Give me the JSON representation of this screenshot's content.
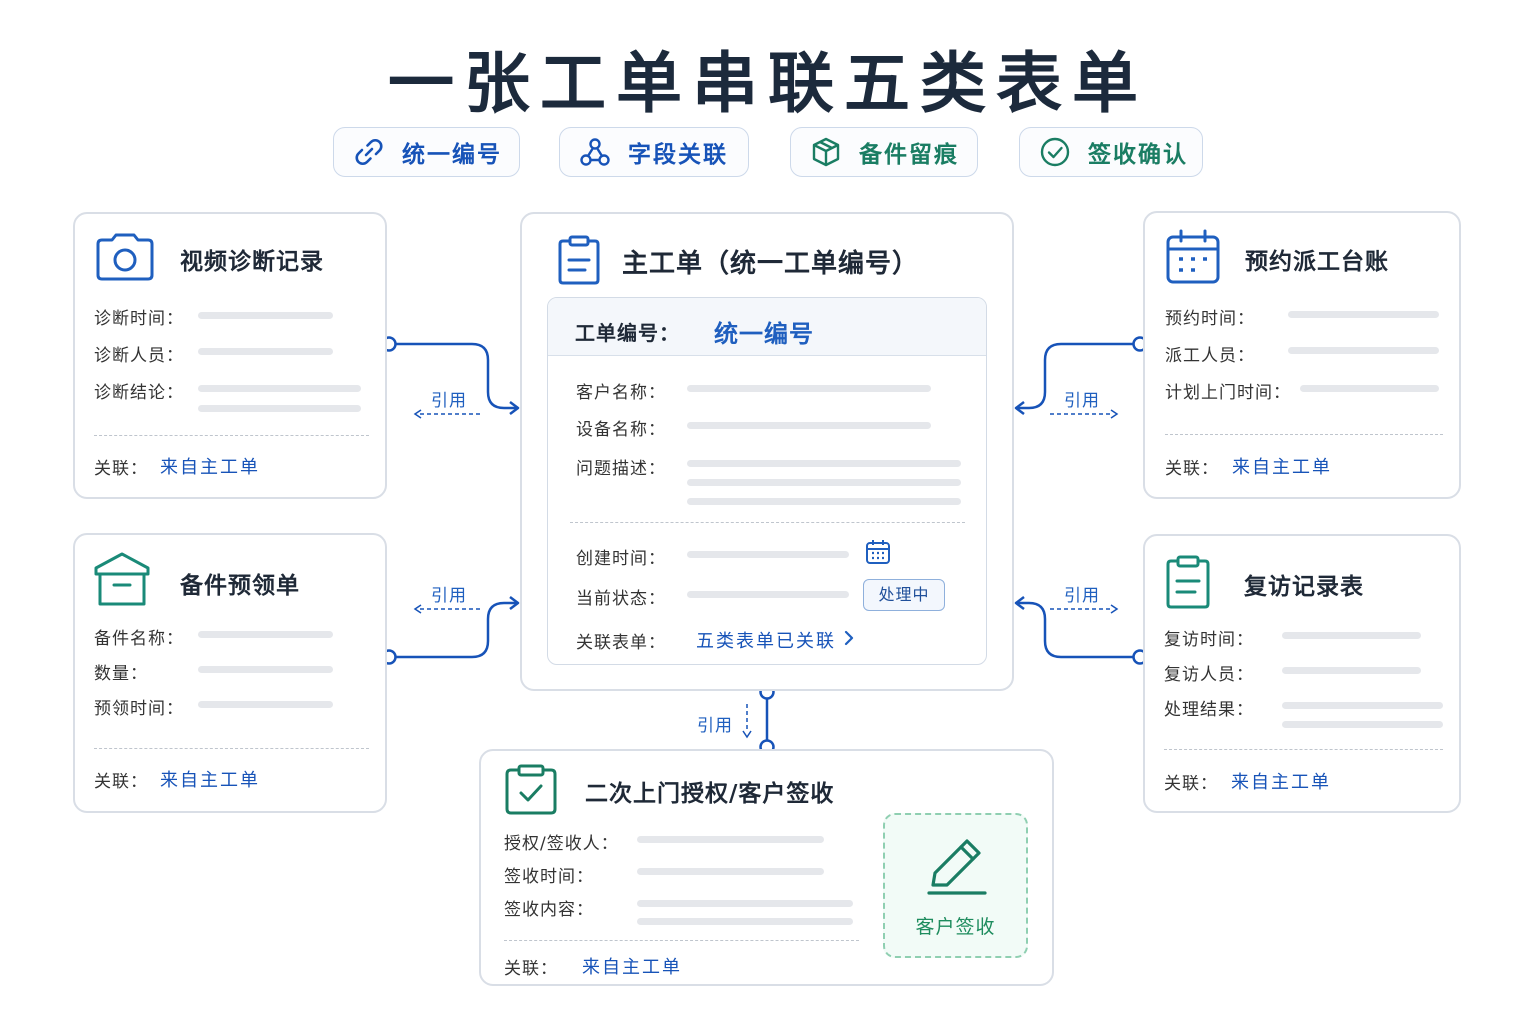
{
  "title": "一张工单串联五类表单",
  "pills": [
    {
      "label": "统一编号",
      "icon": "link-icon",
      "color": "#1753b8"
    },
    {
      "label": "字段关联",
      "icon": "nodes-icon",
      "color": "#1753b8"
    },
    {
      "label": "备件留痕",
      "icon": "package-icon",
      "color": "#1a7d63"
    },
    {
      "label": "签收确认",
      "icon": "check-circle-icon",
      "color": "#1a7d63"
    }
  ],
  "ref_label": "引用",
  "link_prefix": "关联：",
  "link_value": "来自主工单",
  "cards": {
    "video": {
      "title": "视频诊断记录",
      "icon": "camera-icon",
      "fields": [
        "诊断时间：",
        "诊断人员：",
        "诊断结论："
      ]
    },
    "spare": {
      "title": "备件预领单",
      "icon": "box-icon",
      "fields": [
        "备件名称：",
        "数量：",
        "预领时间："
      ]
    },
    "booking": {
      "title": "预约派工台账",
      "icon": "calendar-icon",
      "fields": [
        "预约时间：",
        "派工人员：",
        "计划上门时间："
      ]
    },
    "followup": {
      "title": "复访记录表",
      "icon": "clipboard-icon",
      "fields": [
        "复访时间：",
        "复访人员：",
        "处理结果："
      ]
    },
    "signoff": {
      "title": "二次上门授权/客户签收",
      "icon": "clipboard-check-icon",
      "fields": [
        "授权/签收人：",
        "签收时间：",
        "签收内容："
      ],
      "sign_label": "客户签收",
      "sign_icon": "pen-icon"
    }
  },
  "main": {
    "title": "主工单（统一工单编号）",
    "icon": "clipboard-icon",
    "id_label": "工单编号：",
    "id_value": "统一编号",
    "fields": [
      "客户名称：",
      "设备名称：",
      "问题描述：",
      "创建时间：",
      "当前状态：",
      "关联表单："
    ],
    "status": "处理中",
    "linked_forms": "五类表单已关联",
    "calendar_icon": "calendar-icon",
    "chevron_icon": "chevron-right-icon"
  },
  "colors": {
    "blue": "#1753b8",
    "green": "#1a7d63",
    "connector": "#1753b8",
    "title": "#1c2a3c"
  }
}
